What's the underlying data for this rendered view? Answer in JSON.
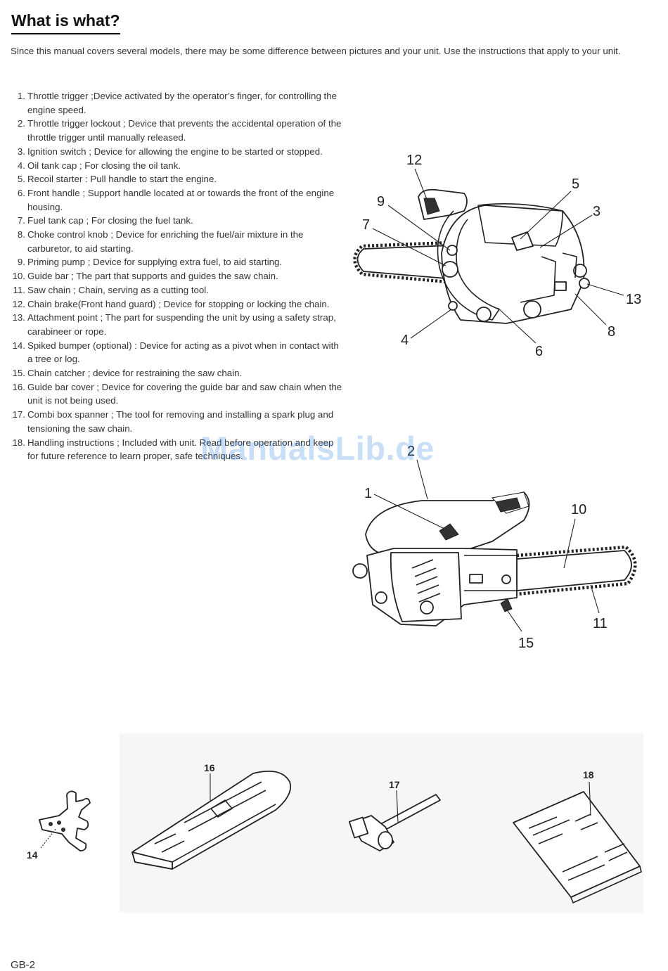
{
  "page": {
    "title": "What is what?",
    "intro": "Since this manual covers several models, there may be some difference between pictures and your unit. Use the instructions that apply to your unit.",
    "footer": "GB-2",
    "watermark": "ManualsLib.de"
  },
  "parts": [
    {
      "num": "1.",
      "text": "Throttle trigger ;Device activated by the operator’s finger, for controlling the engine speed."
    },
    {
      "num": "2.",
      "text": "Throttle trigger lockout ; Device that prevents the accidental operation of the throttle trigger until manually released."
    },
    {
      "num": "3.",
      "text": "Ignition switch ; Device for allowing the engine to be started or stopped."
    },
    {
      "num": "4.",
      "text": "Oil tank cap ; For closing the oil tank."
    },
    {
      "num": "5.",
      "text": "Recoil starter : Pull handle to start the engine."
    },
    {
      "num": "6.",
      "text": "Front handle ; Support handle located at or towards the front of the engine housing."
    },
    {
      "num": "7.",
      "text": "Fuel tank cap ; For closing the fuel tank."
    },
    {
      "num": "8.",
      "text": "Choke control knob ; Device for enriching the fuel/air mixture in the carburetor, to aid starting."
    },
    {
      "num": "9.",
      "text": "Priming pump ; Device for supplying extra fuel, to aid starting."
    },
    {
      "num": "10.",
      "text": "Guide bar ; The part that supports and guides the saw chain."
    },
    {
      "num": "11.",
      "text": "Saw chain ; Chain, serving as a cutting tool."
    },
    {
      "num": "12.",
      "text": "Chain brake(Front hand guard) ; Device for stopping or locking the chain."
    },
    {
      "num": "13.",
      "text": "Attachment point ; The part for suspending the unit by using a safety strap, carabineer or rope."
    },
    {
      "num": "14.",
      "text": "Spiked bumper (optional) : Device for acting as a pivot when in contact with a tree or log."
    },
    {
      "num": "15.",
      "text": "Chain catcher ; device for restraining the saw chain."
    },
    {
      "num": "16.",
      "text": "Guide bar cover ; Device for covering the guide bar and saw chain when the unit is not being used."
    },
    {
      "num": "17.",
      "text": "Combi box spanner ; The tool for removing and installing a spark plug and tensioning the saw chain."
    },
    {
      "num": "18.",
      "text": "Handling instructions ; Included with unit. Read before operation and keep for future reference to learn proper, safe techniques."
    }
  ],
  "figures": {
    "top": {
      "labels": [
        "12",
        "5",
        "9",
        "3",
        "7",
        "13",
        "8",
        "4",
        "6"
      ]
    },
    "middle": {
      "labels": [
        "2",
        "1",
        "10",
        "11",
        "15"
      ]
    },
    "bottom": {
      "labels": [
        "14",
        "16",
        "17",
        "18"
      ]
    }
  }
}
